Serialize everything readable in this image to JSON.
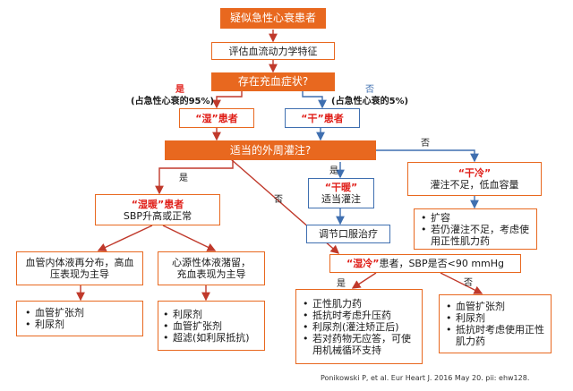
{
  "nodes": {
    "suspect": "疑似急性心衰患者",
    "assess": "评估血流动力学特征",
    "congestion_q": "存在充血症状?",
    "wet": {
      "word": "“湿”",
      "tail": "患者"
    },
    "dry": {
      "word": "“干”",
      "tail": "患者"
    },
    "perfusion_q": "适当的外周灌注?",
    "warm_dry": {
      "title": "“干暖”",
      "line2": "适当灌注"
    },
    "cold_dry": {
      "title": "“干冷”",
      "line2": "灌注不足，低血容量"
    },
    "adjust_oral": "调节口服治疗",
    "cold_dry_list": [
      "扩容",
      "若仍灌注不足，考虑使用正性肌力药"
    ],
    "warm_wet": {
      "title": "“湿暖”",
      "title_tail": "患者",
      "line2": "SBP升高或正常"
    },
    "vascular": "血管内体液再分布，高血压表现为主导",
    "cardiac": "心源性体液潴留，充血表现为主导",
    "vascular_list": [
      "血管扩张剂",
      "利尿剂"
    ],
    "cardiac_list": [
      "利尿剂",
      "血管扩张剂",
      "超滤(如利尿抵抗)"
    ],
    "cold_wet": {
      "word": "“湿冷”",
      "tail": "患者，SBP是否<90 mmHg"
    },
    "low_sbp_list": [
      "正性肌力药",
      "抵抗时考虑升压药",
      "利尿剂(灌注矫正后)",
      "若对药物无应答，可使用机械循环支持"
    ],
    "normal_sbp_list": [
      "血管扩张剂",
      "利尿剂",
      "抵抗时考虑使用正性肌力药"
    ]
  },
  "labels": {
    "yes_wet": "是",
    "wet_pct": "(占急性心衰的95%)",
    "no_dry": "否",
    "dry_pct": "(占急性心衰的5%)",
    "yes_dry": "是",
    "no_dry2": "否",
    "yes_perf": "是",
    "no_perf": "否",
    "yes_sbp": "是",
    "no_sbp": "否"
  },
  "citation": "Ponikowski P, et al. Eur Heart J. 2016 May 20. pii: ehw128.",
  "colors": {
    "orange": "#e8681f",
    "blue": "#3f6fb0",
    "red": "#e0201a",
    "arrow": "#c0392b"
  }
}
